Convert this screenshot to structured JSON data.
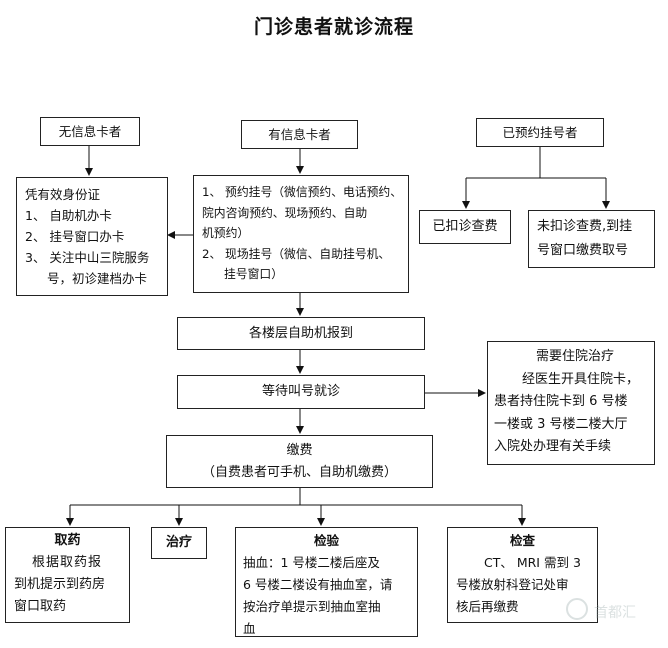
{
  "title": "门诊患者就诊流程",
  "categories": {
    "no_card": "无信息卡者",
    "has_card": "有信息卡者",
    "booked": "已预约挂号者"
  },
  "no_card_box": {
    "heading": "凭有效身份证",
    "items": [
      "1、  自助机办卡",
      "2、  挂号窗口办卡",
      "3、  关注中山三院服务",
      "号，初诊建档办卡"
    ]
  },
  "has_card_box": {
    "lines": [
      "1、  预约挂号（微信预约、电话预约、",
      "院内咨询预约、现场预约、自助",
      "机预约）",
      "2、  现场挂号（微信、自助挂号机、",
      "挂号窗口）"
    ]
  },
  "booked_paid": "已扣诊查费",
  "booked_unpaid": [
    "未扣诊查费,到挂",
    "号窗口缴费取号"
  ],
  "checkin": "各楼层自助机报到",
  "waiting": "等待叫号就诊",
  "hospital_box": {
    "lines": [
      "需要住院治疗",
      "经医生开具住院卡，",
      "患者持住院卡到 6 号楼",
      "一楼或 3 号楼二楼大厅",
      "入院处办理有关手续"
    ]
  },
  "payment": {
    "title": "缴费",
    "sub": "（自费患者可手机、自助机缴费）"
  },
  "medicine": {
    "title": "取药",
    "lines": [
      "根据取药报",
      "到机提示到药房",
      "窗口取药"
    ]
  },
  "treatment": {
    "title": "治疗"
  },
  "test": {
    "title": "检验",
    "lines": [
      "抽血：1 号楼二楼后座及",
      "6 号楼二楼设有抽血室，请",
      "按治疗单提示到抽血室抽",
      "血"
    ]
  },
  "exam": {
    "title": "检查",
    "lines": [
      "CT、 MRI 需到 3",
      "号楼放射科登记处审",
      "核后再缴费"
    ]
  },
  "watermark": "首都汇"
}
